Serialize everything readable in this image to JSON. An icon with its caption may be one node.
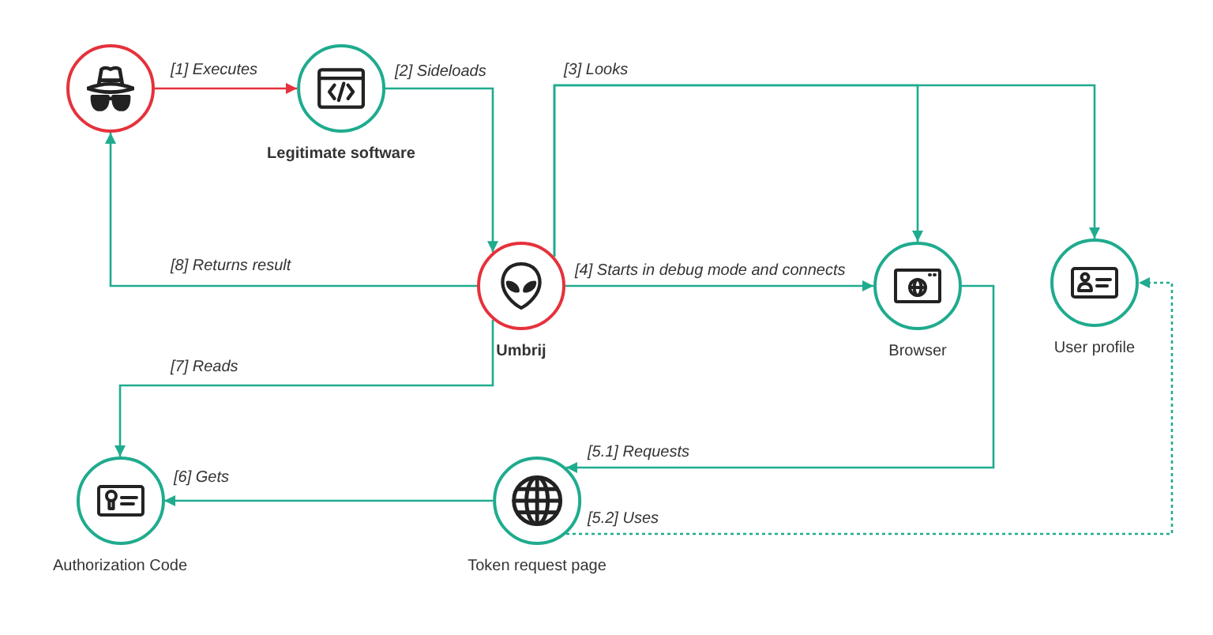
{
  "diagram": {
    "nodes": [
      {
        "text": [],
        "shape": "circle"
      },
      {
        "text": [
          "Legitimate software"
        ]
      },
      {
        "text": [
          "Umbrij"
        ]
      },
      {
        "text": [
          "Browser"
        ]
      },
      {
        "text": [
          "User profile"
        ]
      },
      {
        "text": [
          "Authorization Code"
        ]
      },
      {
        "text": [
          "Token request page"
        ]
      }
    ],
    "edges": [
      {
        "from": 0,
        "to": 1,
        "arrow": "to",
        "label": "[1] Executes",
        "color": "#e5323c"
      },
      {
        "from": 1,
        "to": 2,
        "arrow": "to",
        "label": "[2] Sideloads"
      },
      {
        "from": 2,
        "to": 3,
        "arrow": "to",
        "label": "[3] Looks"
      },
      {
        "from": 2,
        "to": 4,
        "arrow": "to"
      },
      {
        "from": 2,
        "to": 3,
        "arrow": "to",
        "label": "[4] Starts in debug mode and connects"
      },
      {
        "from": 3,
        "to": 6,
        "arrow": "to",
        "label": "[5.1] Requests"
      },
      {
        "from": 6,
        "to": 4,
        "arrow": "to",
        "label": "[5.2] Uses",
        "style": "dashed"
      },
      {
        "from": 6,
        "to": 5,
        "arrow": "to",
        "label": "[6] Gets"
      },
      {
        "from": 2,
        "to": 5,
        "arrow": "to",
        "label": "[7] Reads"
      },
      {
        "from": 2,
        "to": 0,
        "arrow": "to",
        "label": "[8] Returns result"
      }
    ]
  }
}
